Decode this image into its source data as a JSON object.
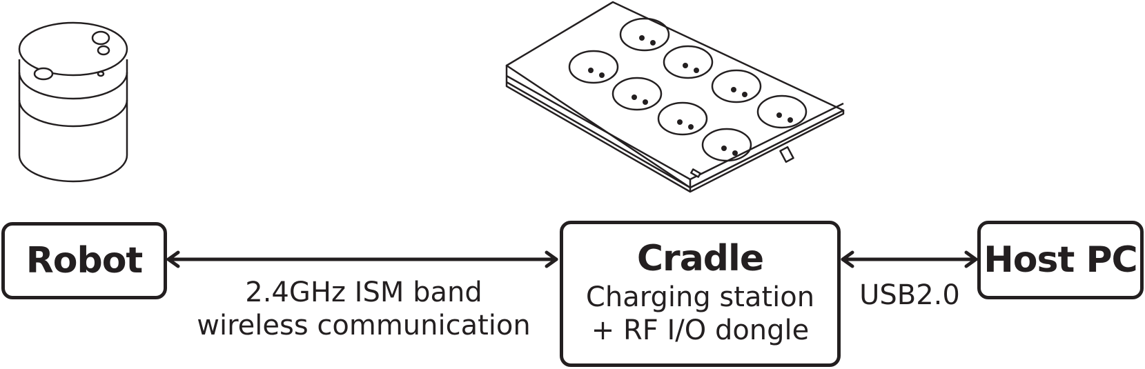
{
  "nodes": {
    "robot": {
      "title": "Robot"
    },
    "cradle": {
      "title": "Cradle",
      "line1": "Charging station",
      "line2": "+ RF I/O dongle"
    },
    "host": {
      "title": "Host PC"
    }
  },
  "links": {
    "robot_cradle": {
      "line1": "2.4GHz ISM band",
      "line2": "wireless communication"
    },
    "cradle_host": {
      "label": "USB2.0"
    }
  }
}
